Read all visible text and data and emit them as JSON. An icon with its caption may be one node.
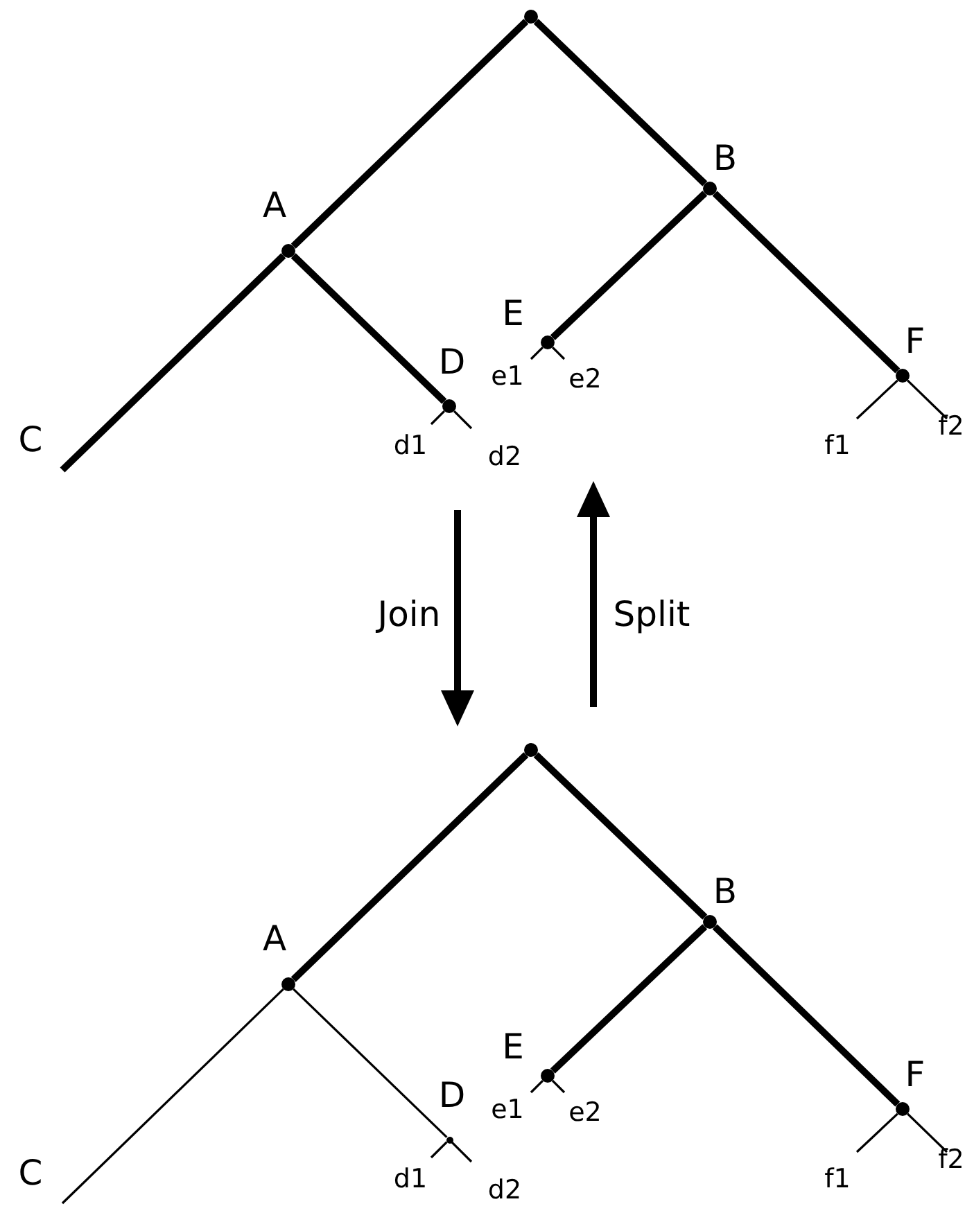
{
  "diagram": {
    "nodes": [
      {
        "text": [],
        "shape": "circle"
      },
      {
        "text": [
          "A"
        ]
      },
      {
        "text": [
          "B"
        ]
      },
      {
        "text": [
          "E"
        ]
      },
      {
        "text": [
          "F"
        ]
      },
      {
        "text": [
          "D"
        ]
      },
      {
        "text": [
          "C"
        ]
      },
      {
        "text": [
          "e1"
        ]
      },
      {
        "text": [
          "e2"
        ]
      },
      {
        "text": [
          "f1"
        ]
      },
      {
        "text": [
          "f2"
        ]
      },
      {
        "text": [
          "d1"
        ]
      },
      {
        "text": [
          "d2"
        ]
      },
      {
        "text": [],
        "shape": "circle"
      },
      {
        "text": [
          "A"
        ]
      },
      {
        "text": [
          "B"
        ]
      },
      {
        "text": [
          "E"
        ]
      },
      {
        "text": [
          "F"
        ]
      },
      {
        "text": [
          "D"
        ]
      },
      {
        "text": [
          "C"
        ]
      },
      {
        "text": [
          "e1"
        ]
      },
      {
        "text": [
          "e2"
        ]
      },
      {
        "text": [
          "f1"
        ]
      },
      {
        "text": [
          "f2"
        ]
      },
      {
        "text": [
          "d1"
        ]
      },
      {
        "text": [
          "d2"
        ]
      }
    ],
    "edges": [
      {
        "from": 0,
        "to": 1,
        "arrow": "none",
        "style": "thick"
      },
      {
        "from": 0,
        "to": 2,
        "arrow": "none",
        "style": "thick"
      },
      {
        "from": 1,
        "to": 6,
        "arrow": "none",
        "style": "thick"
      },
      {
        "from": 1,
        "to": 5,
        "arrow": "none",
        "style": "thick"
      },
      {
        "from": 2,
        "to": 3,
        "arrow": "none",
        "style": "thick"
      },
      {
        "from": 2,
        "to": 4,
        "arrow": "none",
        "style": "thick"
      },
      {
        "from": 3,
        "to": 7,
        "arrow": "none"
      },
      {
        "from": 3,
        "to": 8,
        "arrow": "none"
      },
      {
        "from": 4,
        "to": 9,
        "arrow": "none"
      },
      {
        "from": 4,
        "to": 10,
        "arrow": "none"
      },
      {
        "from": 5,
        "to": 11,
        "arrow": "none"
      },
      {
        "from": 5,
        "to": 12,
        "arrow": "none"
      },
      {
        "from": 13,
        "to": 14,
        "arrow": "none",
        "style": "thick"
      },
      {
        "from": 13,
        "to": 15,
        "arrow": "none",
        "style": "thick"
      },
      {
        "from": 14,
        "to": 19,
        "arrow": "none"
      },
      {
        "from": 14,
        "to": 18,
        "arrow": "none"
      },
      {
        "from": 15,
        "to": 16,
        "arrow": "none",
        "style": "thick"
      },
      {
        "from": 15,
        "to": 17,
        "arrow": "none",
        "style": "thick"
      },
      {
        "from": 16,
        "to": 20,
        "arrow": "none"
      },
      {
        "from": 16,
        "to": 21,
        "arrow": "none"
      },
      {
        "from": 17,
        "to": 22,
        "arrow": "none"
      },
      {
        "from": 17,
        "to": 23,
        "arrow": "none"
      },
      {
        "from": 18,
        "to": 24,
        "arrow": "none"
      },
      {
        "from": 18,
        "to": 25,
        "arrow": "none"
      }
    ],
    "labels": [
      "Join",
      "Split"
    ]
  }
}
